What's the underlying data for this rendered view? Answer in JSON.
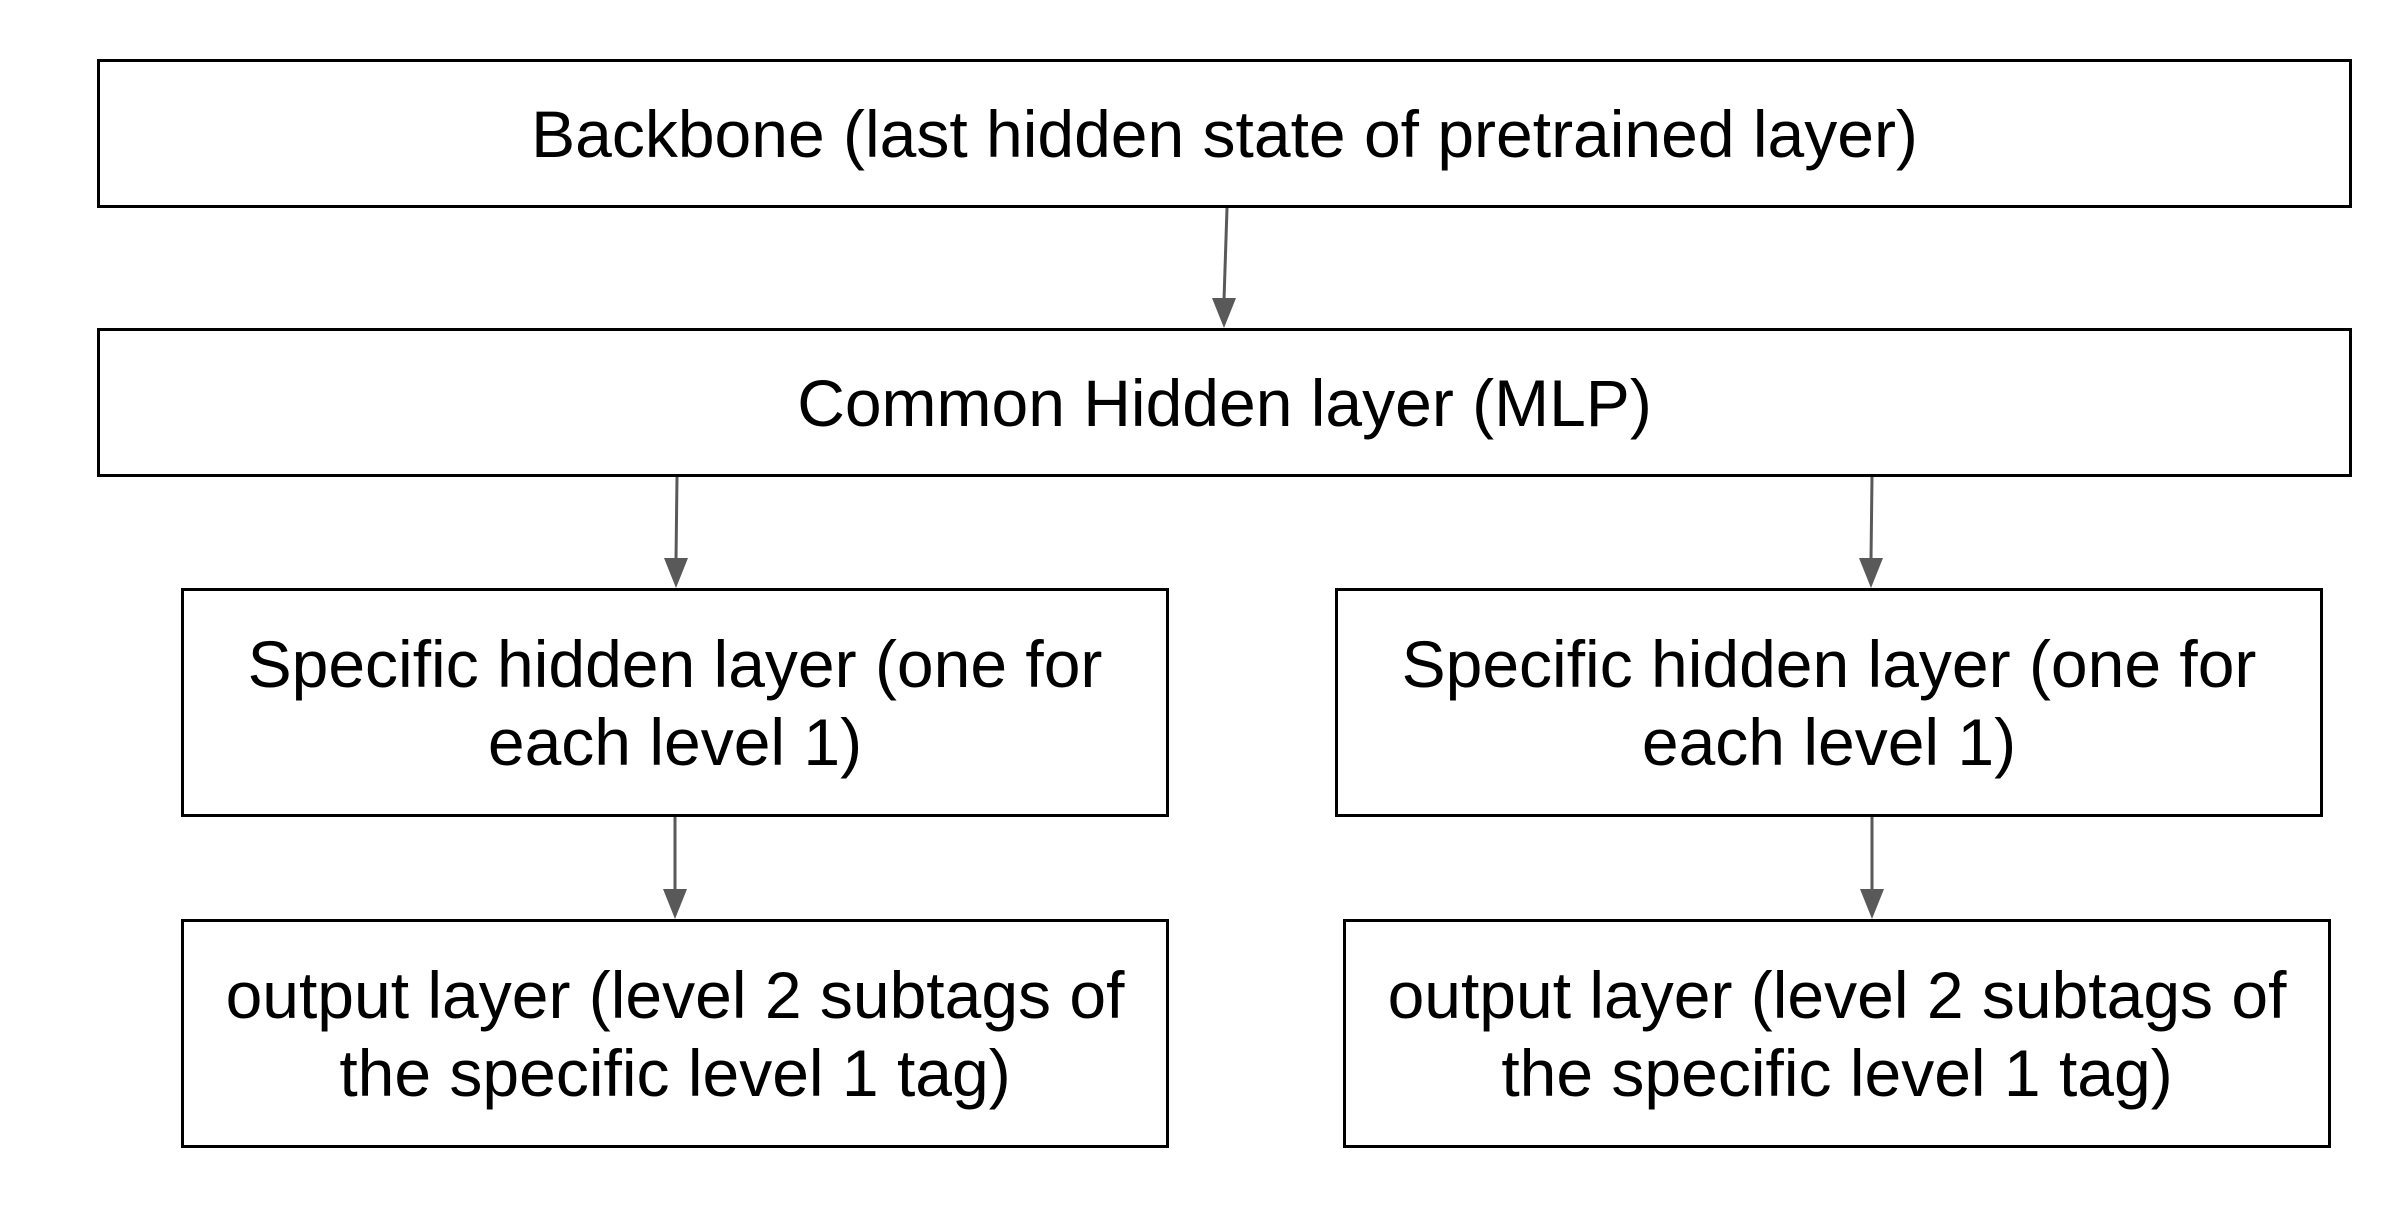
{
  "nodes": {
    "backbone": "Backbone (last hidden state of pretrained layer)",
    "common_hidden": "Common Hidden layer (MLP)",
    "specific_left": "Specific hidden layer (one for each level 1)",
    "specific_right": "Specific hidden layer (one for each level 1)",
    "output_left": "output layer (level 2 subtags of the specific level 1 tag)",
    "output_right": "output layer (level 2 subtags of the specific level 1 tag)"
  },
  "edges": [
    {
      "from": "backbone",
      "to": "common_hidden"
    },
    {
      "from": "common_hidden",
      "to": "specific_left"
    },
    {
      "from": "common_hidden",
      "to": "specific_right"
    },
    {
      "from": "specific_left",
      "to": "output_left"
    },
    {
      "from": "specific_right",
      "to": "output_right"
    }
  ],
  "colors": {
    "box_border": "#000000",
    "arrow": "#595959"
  }
}
